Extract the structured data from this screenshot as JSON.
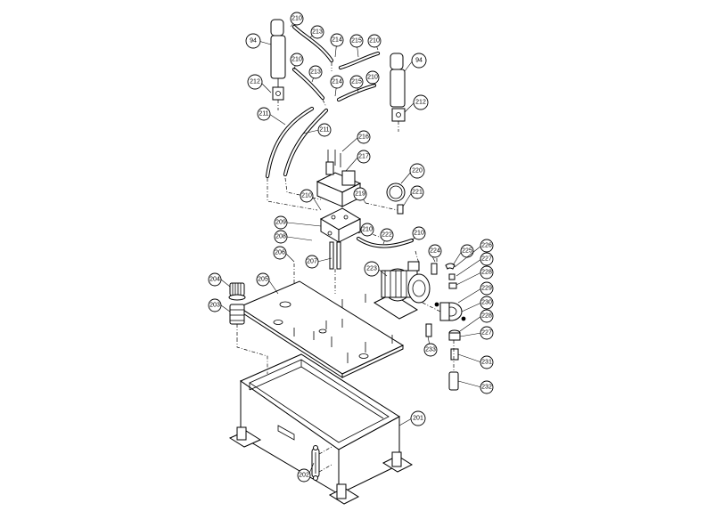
{
  "diagram": {
    "callouts": [
      {
        "label": "94"
      },
      {
        "label": "210"
      },
      {
        "label": "213"
      },
      {
        "label": "214"
      },
      {
        "label": "215"
      },
      {
        "label": "210"
      },
      {
        "label": "212"
      },
      {
        "label": "210"
      },
      {
        "label": "213"
      },
      {
        "label": "214"
      },
      {
        "label": "215"
      },
      {
        "label": "210"
      },
      {
        "label": "94"
      },
      {
        "label": "212"
      },
      {
        "label": "211"
      },
      {
        "label": "211"
      },
      {
        "label": "216"
      },
      {
        "label": "217"
      },
      {
        "label": "220"
      },
      {
        "label": "210"
      },
      {
        "label": "219"
      },
      {
        "label": "221"
      },
      {
        "label": "209"
      },
      {
        "label": "210"
      },
      {
        "label": "222"
      },
      {
        "label": "208"
      },
      {
        "label": "210"
      },
      {
        "label": "206"
      },
      {
        "label": "207"
      },
      {
        "label": "224"
      },
      {
        "label": "225"
      },
      {
        "label": "226"
      },
      {
        "label": "227"
      },
      {
        "label": "228"
      },
      {
        "label": "223"
      },
      {
        "label": "204"
      },
      {
        "label": "205"
      },
      {
        "label": "229"
      },
      {
        "label": "230"
      },
      {
        "label": "203"
      },
      {
        "label": "228"
      },
      {
        "label": "227"
      },
      {
        "label": "233"
      },
      {
        "label": "231"
      },
      {
        "label": "232"
      },
      {
        "label": "201"
      },
      {
        "label": "202"
      }
    ]
  }
}
